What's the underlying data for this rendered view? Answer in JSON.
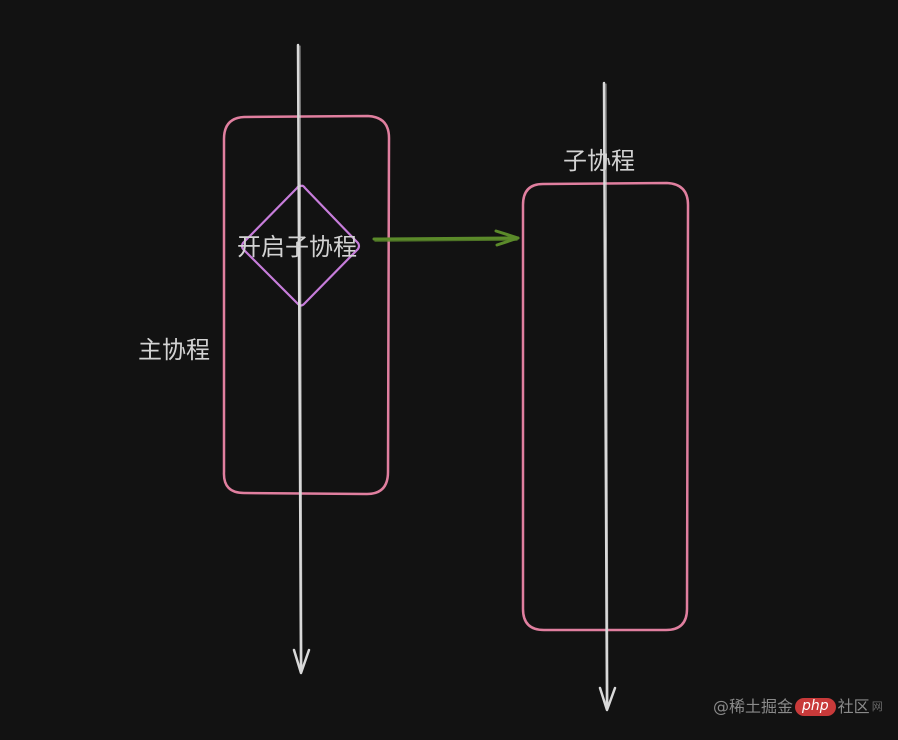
{
  "labels": {
    "main_coroutine": "主协程",
    "start_subcoroutine": "开启子协程",
    "subcoroutine": "子协程"
  },
  "watermark": {
    "prefix": "@稀土掘金",
    "badge": "php",
    "suffix": "社区",
    "tail": "网"
  },
  "colors": {
    "background": "#121212",
    "box_stroke": "#e07f9f",
    "diamond_stroke": "#c77ddb",
    "timeline": "#d9d9d9",
    "spawn_arrow": "#5b8a2a",
    "text": "#d3d3d3"
  }
}
